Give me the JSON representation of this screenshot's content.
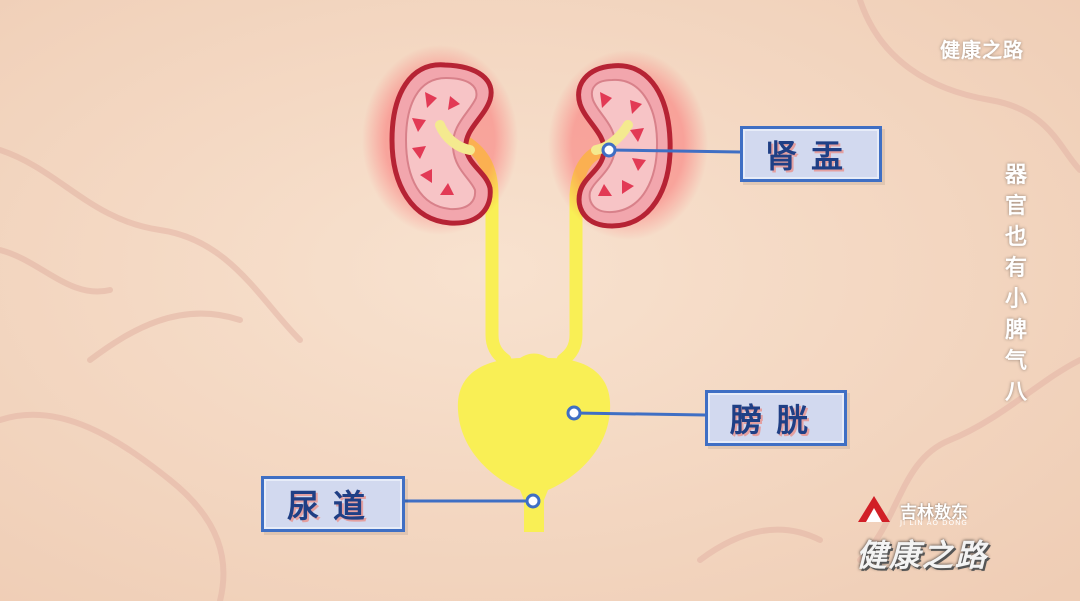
{
  "watermark_top": "健康之路",
  "vertical_title": "器官也有小脾气 八",
  "labels": {
    "renal_pelvis": "肾盂",
    "bladder": "膀胱",
    "urethra": "尿道"
  },
  "brand": {
    "name": "吉林敖东",
    "pinyin": "JI LIN AO DONG",
    "logo_text": "健康之路"
  },
  "colors": {
    "background": "#f6dcc7",
    "urine_yellow": "#f9ef55",
    "kidney_tissue": "#f2a6ad",
    "kidney_outline": "#b62334",
    "label_border": "#3f6fc4",
    "label_text": "#1f3f85",
    "pointer_line": "#3f6fc4"
  }
}
